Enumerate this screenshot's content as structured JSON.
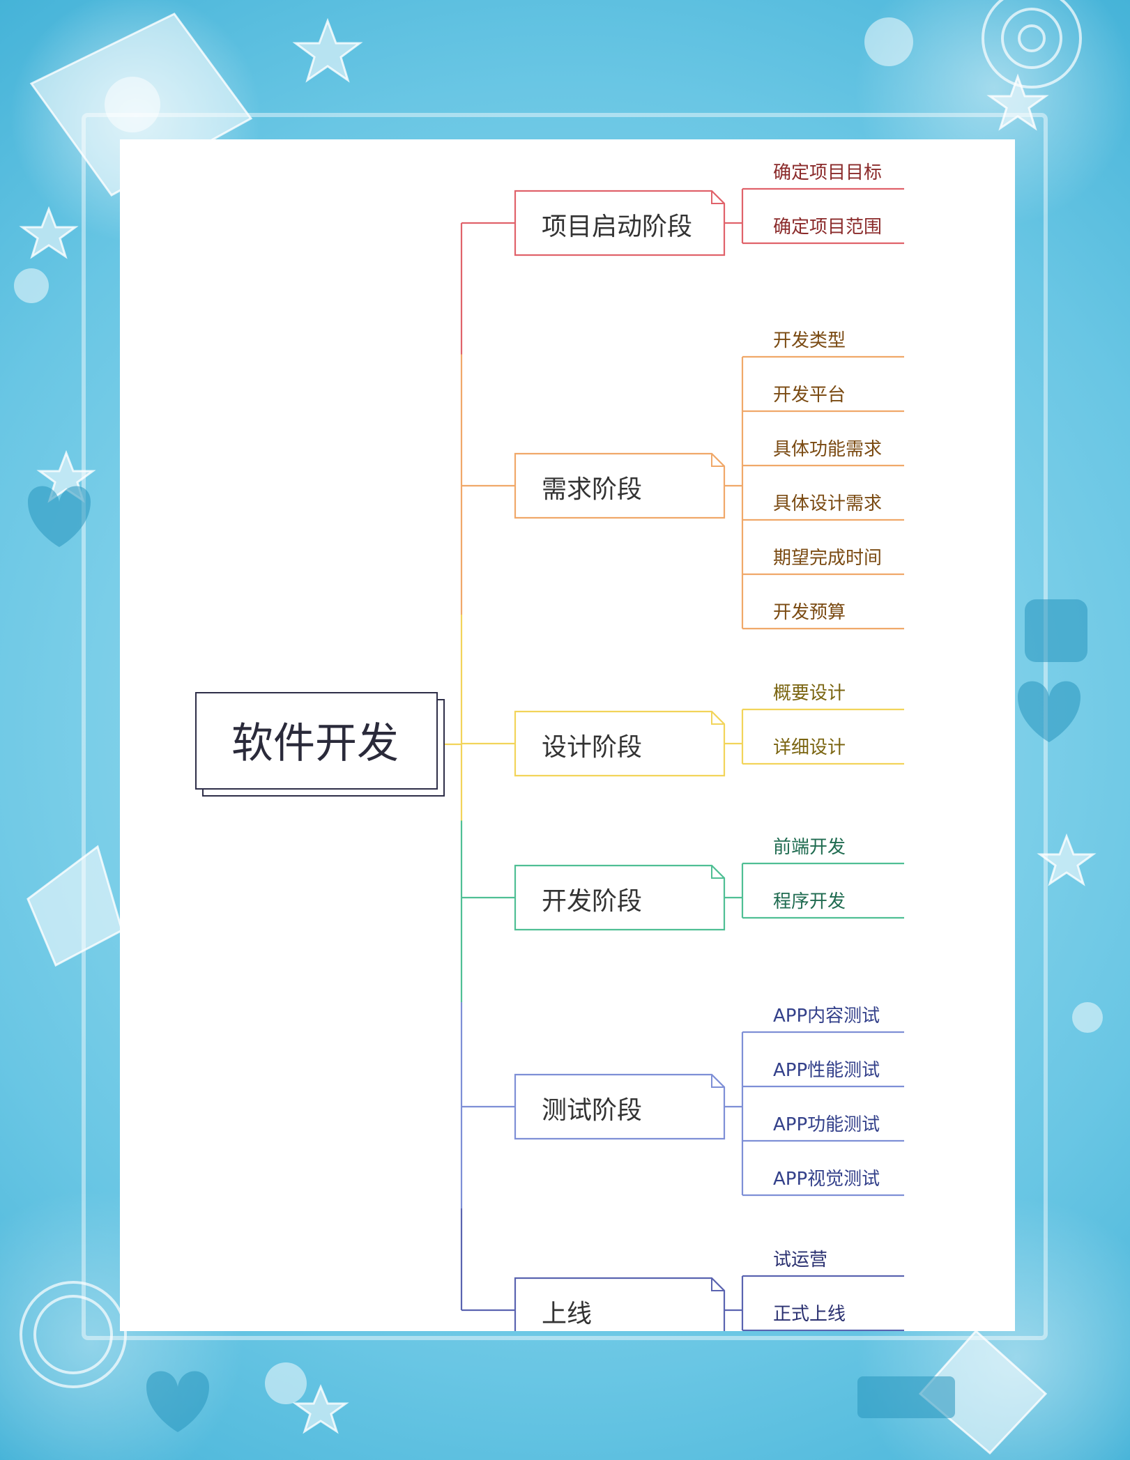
{
  "diagram": {
    "root": {
      "label": "软件开发"
    },
    "stages": [
      {
        "label": "项目启动阶段",
        "color": "#e0626a",
        "text_color": "#8a2a2a",
        "items": [
          "确定项目目标",
          "确定项目范围"
        ]
      },
      {
        "label": "需求阶段",
        "color": "#f0a869",
        "text_color": "#7a4a12",
        "items": [
          "开发类型",
          "开发平台",
          "具体功能需求",
          "具体设计需求",
          "期望完成时间",
          "开发预算"
        ]
      },
      {
        "label": "设计阶段",
        "color": "#f2d45a",
        "text_color": "#7a6410",
        "items": [
          "概要设计",
          "详细设计"
        ]
      },
      {
        "label": "开发阶段",
        "color": "#4fbf94",
        "text_color": "#1f6b50",
        "items": [
          "前端开发",
          "程序开发"
        ]
      },
      {
        "label": "测试阶段",
        "color": "#7e8fd6",
        "text_color": "#33408a",
        "items": [
          "APP内容测试",
          "APP性能测试",
          "APP功能测试",
          "APP视觉测试"
        ]
      },
      {
        "label": "上线",
        "color": "#5a63b0",
        "text_color": "#2a3070",
        "items": [
          "试运营",
          "正式上线"
        ]
      }
    ]
  },
  "colors": {
    "root_border": "#2e2e48",
    "background_primary": "#7fd0ea",
    "card": "#ffffff"
  }
}
